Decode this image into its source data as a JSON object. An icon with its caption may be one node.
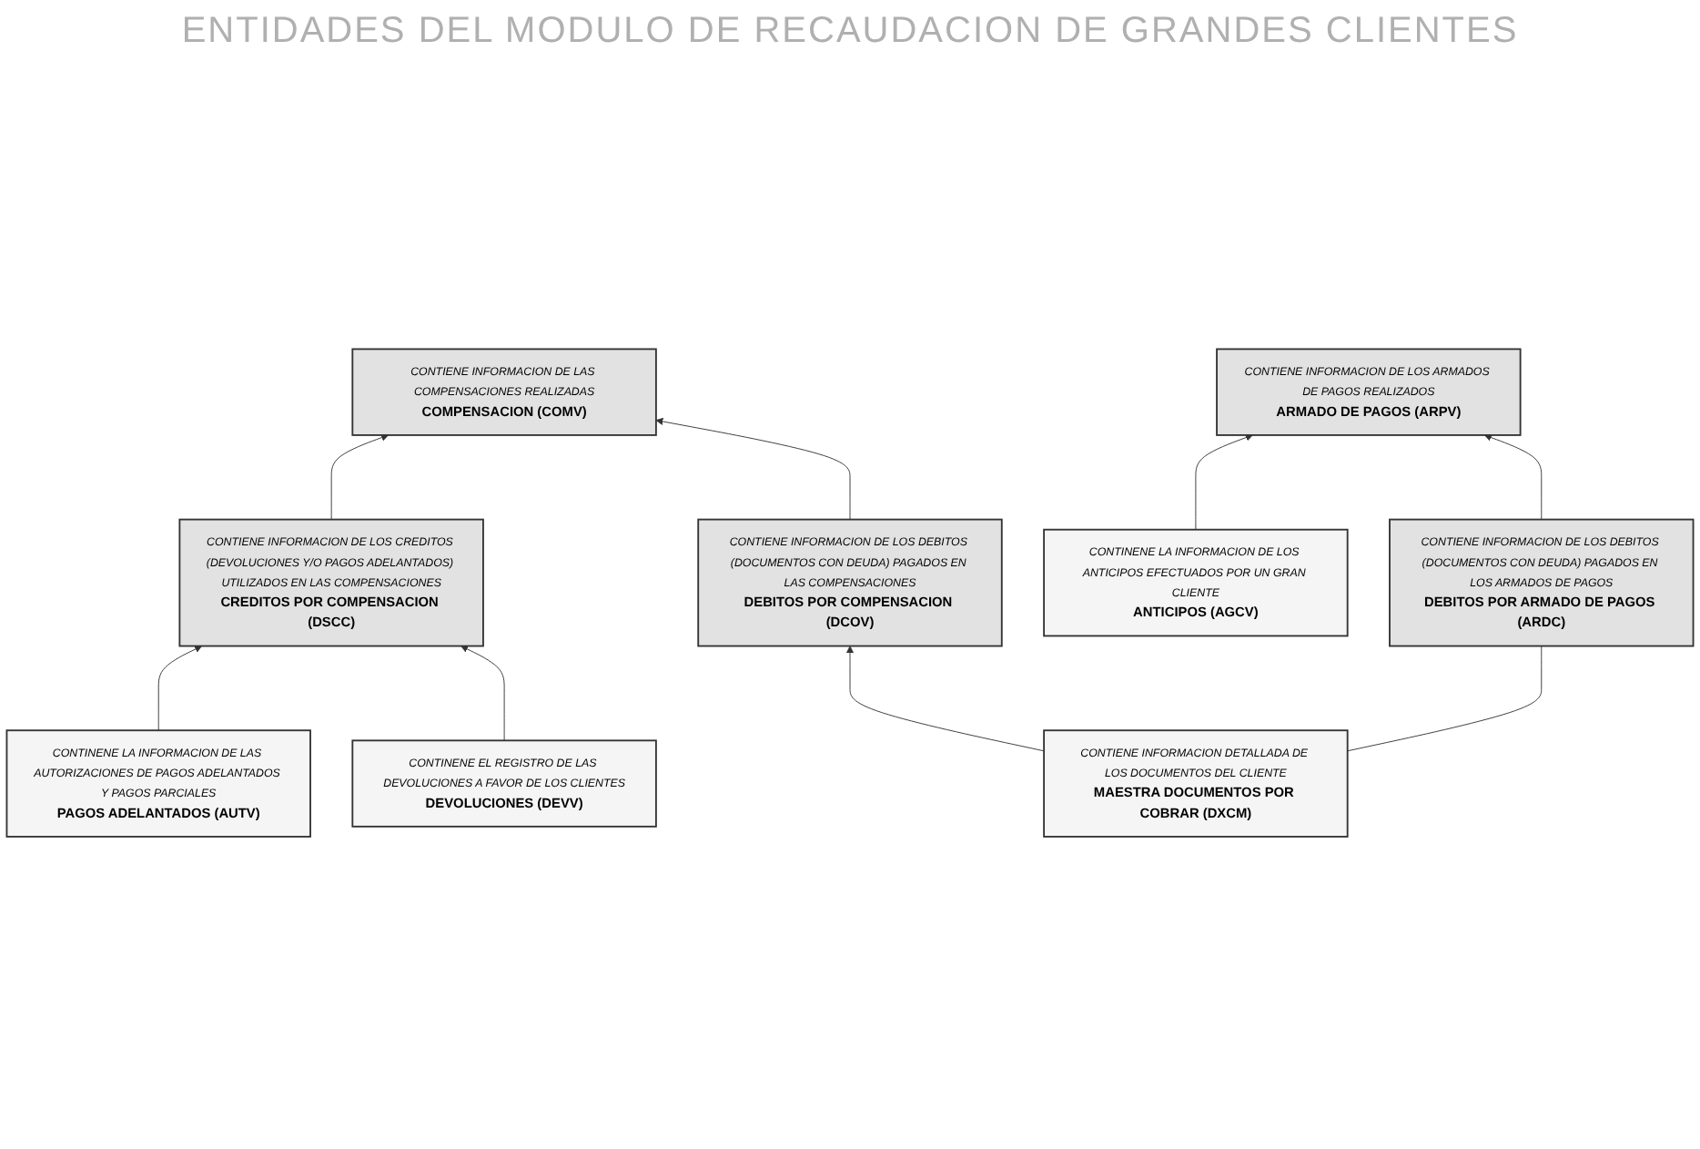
{
  "diagram": {
    "title": "ENTIDADES DEL MODULO DE RECAUDACION DE GRANDES CLIENTES",
    "nodes": [
      {
        "text": [
          "CONTIENE INFORMACION DE LOS CREDITOS (DEVOLUCIONES Y/O PAGOS ADELANTADOS) UTILIZADOS EN LAS COMPENSACIONES",
          "CREDITOS POR COMPENSACION (DSCC)"
        ]
      },
      {
        "text": [
          "CONTIENE INFORMACION DE LAS COMPENSACIONES REALIZADAS",
          "COMPENSACION (COMV)"
        ]
      },
      {
        "text": [
          "CONTIENE INFORMACION DE LOS DEBITOS (DOCUMENTOS CON DEUDA) PAGADOS EN LAS COMPENSACIONES",
          "DEBITOS POR COMPENSACION (DCOV)"
        ]
      },
      {
        "text": [
          "CONTINENE LA INFORMACION DE LAS AUTORIZACIONES DE PAGOS ADELANTADOS Y PAGOS PARCIALES",
          "PAGOS ADELANTADOS (AUTV)"
        ]
      },
      {
        "text": [
          "CONTINENE EL REGISTRO DE LAS DEVOLUCIONES A FAVOR DE LOS CLIENTES",
          "DEVOLUCIONES (DEVV)"
        ]
      },
      {
        "text": [
          "CONTIENE INFORMACION DETALLADA DE LOS DOCUMENTOS DEL CLIENTE",
          "MAESTRA DOCUMENTOS POR COBRAR (DXCM)"
        ]
      },
      {
        "text": [
          "CONTINENE LA INFORMACION DE LOS ANTICIPOS EFECTUADOS POR UN GRAN CLIENTE",
          "ANTICIPOS (AGCV)"
        ]
      },
      {
        "text": [
          "CONTIENE INFORMACION DE LOS ARMADOS DE PAGOS REALIZADOS",
          "ARMADO DE PAGOS (ARPV)"
        ]
      },
      {
        "text": [
          "CONTIENE INFORMACION DE LOS DEBITOS (DOCUMENTOS CON DEUDA) PAGADOS EN LOS ARMADOS DE PAGOS",
          "DEBITOS POR ARMADO DE PAGOS (ARDC)"
        ]
      }
    ],
    "edges": [
      {
        "from": 0,
        "to": 1,
        "arrow": "to"
      },
      {
        "from": 2,
        "to": 1,
        "arrow": "to"
      },
      {
        "from": 3,
        "to": 0,
        "arrow": "to"
      },
      {
        "from": 4,
        "to": 0,
        "arrow": "to"
      },
      {
        "from": 5,
        "to": 2,
        "arrow": "to"
      },
      {
        "from": 5,
        "to": 8,
        "arrow": "none"
      },
      {
        "from": 6,
        "to": 7,
        "arrow": "to"
      },
      {
        "from": 8,
        "to": 7,
        "arrow": "to"
      }
    ]
  }
}
